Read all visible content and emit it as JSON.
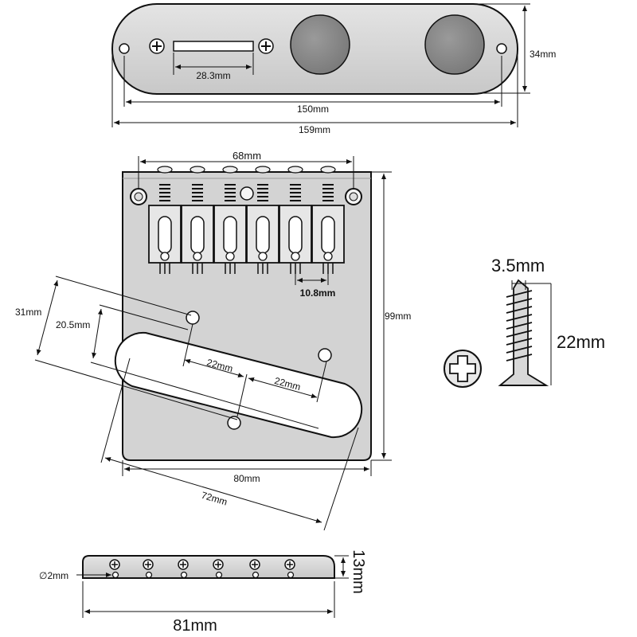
{
  "control_plate": {
    "slot_width_label": "28.3mm",
    "inner_width_label": "150mm",
    "outer_width_label": "159mm",
    "height_label": "34mm"
  },
  "bridge_plate": {
    "saddle_span_label": "68mm",
    "saddle_spacing_label": "10.8mm",
    "height_label": "99mm",
    "width_label": "80mm",
    "diagonal_label": "72mm",
    "offset_31_label": "31mm",
    "offset_205_label": "20.5mm",
    "hole_gap_1_label": "22mm",
    "hole_gap_2_label": "22mm"
  },
  "screw": {
    "diameter_label": "3.5mm",
    "length_label": "22mm"
  },
  "saddle_bar": {
    "hole_label": "∅2mm",
    "width_label": "81mm",
    "height_label": "13mm"
  },
  "colors": {
    "metal": "#d6d6d6",
    "outline": "#111111",
    "knob": "#8a8a8a"
  }
}
